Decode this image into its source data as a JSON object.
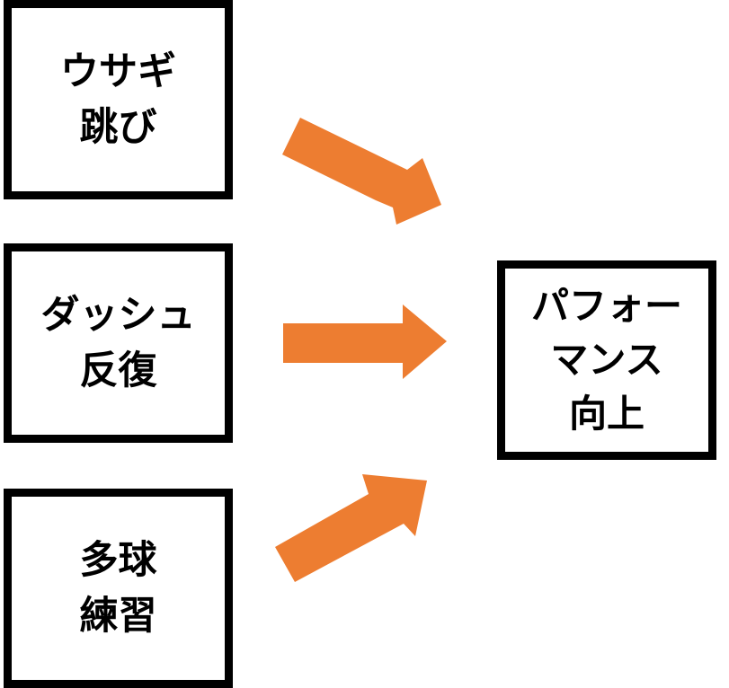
{
  "nodes": {
    "usagi": {
      "lines": [
        "ウサギ",
        "跳び"
      ]
    },
    "dash": {
      "lines": [
        "ダッシュ",
        "反復"
      ]
    },
    "takyu": {
      "lines": [
        "多球",
        "練習"
      ]
    },
    "performance": {
      "lines": [
        "パフォー",
        "マンス",
        "向上"
      ]
    }
  },
  "edges": [
    {
      "from": "usagi",
      "to": "performance"
    },
    {
      "from": "dash",
      "to": "performance"
    },
    {
      "from": "takyu",
      "to": "performance"
    }
  ],
  "colors": {
    "arrow": "#ED7D31",
    "border": "#000000",
    "background": "#FFFFFF"
  }
}
